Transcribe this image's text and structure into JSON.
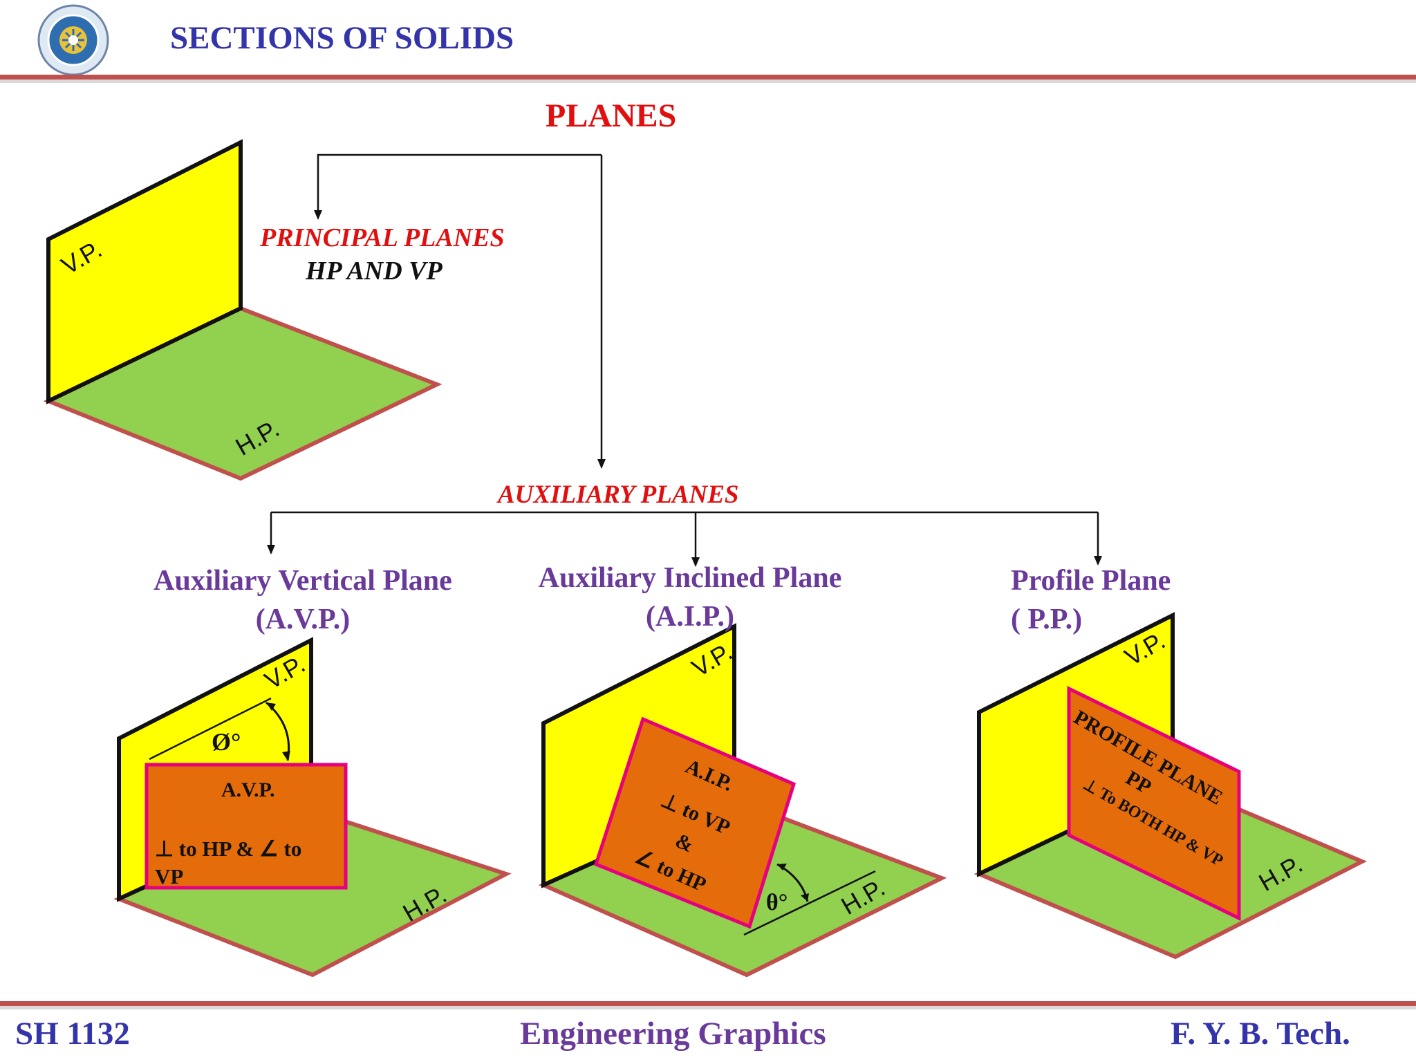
{
  "header": {
    "title": "SECTIONS OF SOLIDS",
    "logo_icon": "institute-seal-icon"
  },
  "diagram": {
    "root": "PLANES",
    "principal": {
      "title": "PRINCIPAL PLANES",
      "subtitle": "HP AND  VP"
    },
    "auxiliary": {
      "title": "AUXILIARY PLANES"
    },
    "avp": {
      "caption_line1": "Auxiliary Vertical Plane",
      "caption_line2": "(A.V.P.)",
      "box_title": "A.V.P.",
      "box_text1": "⊥ to HP & ∠ to",
      "box_text2": "VP",
      "angle": "Ø°"
    },
    "aip": {
      "caption_line1": "Auxiliary Inclined Plane",
      "caption_line2": "(A.I.P.)",
      "box_line1": "A.I.P.",
      "box_line2": "⊥ to VP",
      "box_line3": "&",
      "box_line4": "∠ to HP",
      "angle": "θ°"
    },
    "pp": {
      "caption_line1": "Profile Plane",
      "caption_line2": "( P.P.)",
      "box_line1": "PROFILE PLANE",
      "box_line2": "PP",
      "box_line3": "⊥ To BOTH HP & VP"
    },
    "labels": {
      "vp": "V.P.",
      "hp": "H.P."
    }
  },
  "footer": {
    "left": "SH 1132",
    "center": "Engineering Graphics",
    "right": "F. Y.  B. Tech."
  },
  "colors": {
    "vp_fill": "#ffff00",
    "hp_fill": "#92d050",
    "hp_edge": "#c0504d",
    "plane_fill": "#e46c0a",
    "plane_edge": "#e6007e",
    "title_blue": "#3333aa",
    "title_red": "#e01010",
    "caption_purple": "#6a3a9a"
  }
}
